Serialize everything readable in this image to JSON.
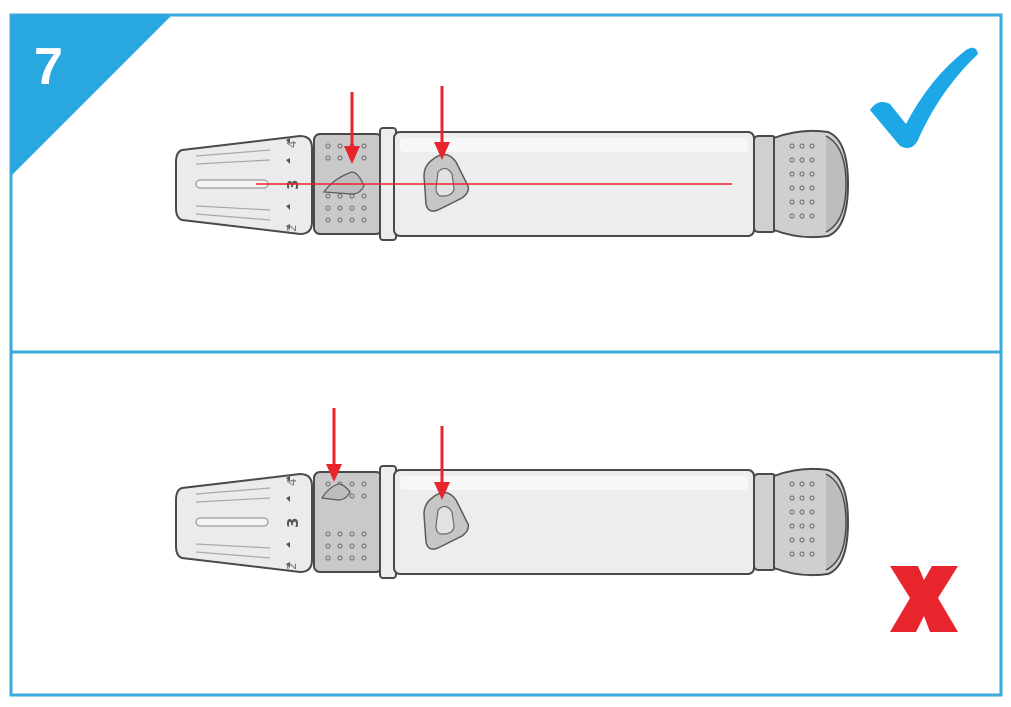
{
  "step": {
    "number": "7"
  },
  "colors": {
    "frame": "#3aa9dc",
    "badge": "#29a7e1",
    "arrow": "#e8242d",
    "check": "#1ea7e6",
    "cross": "#e8242d",
    "device_body": "#ececec",
    "device_outline": "#4a4a4a"
  },
  "panels": [
    {
      "id": "correct",
      "status": "correct",
      "status_icon": "check-icon",
      "depth_numbers": [
        "4",
        "3",
        "2"
      ],
      "alignment_line": true
    },
    {
      "id": "incorrect",
      "status": "incorrect",
      "status_icon": "cross-icon",
      "depth_numbers": [
        "4",
        "3",
        "2"
      ],
      "alignment_line": false
    }
  ]
}
